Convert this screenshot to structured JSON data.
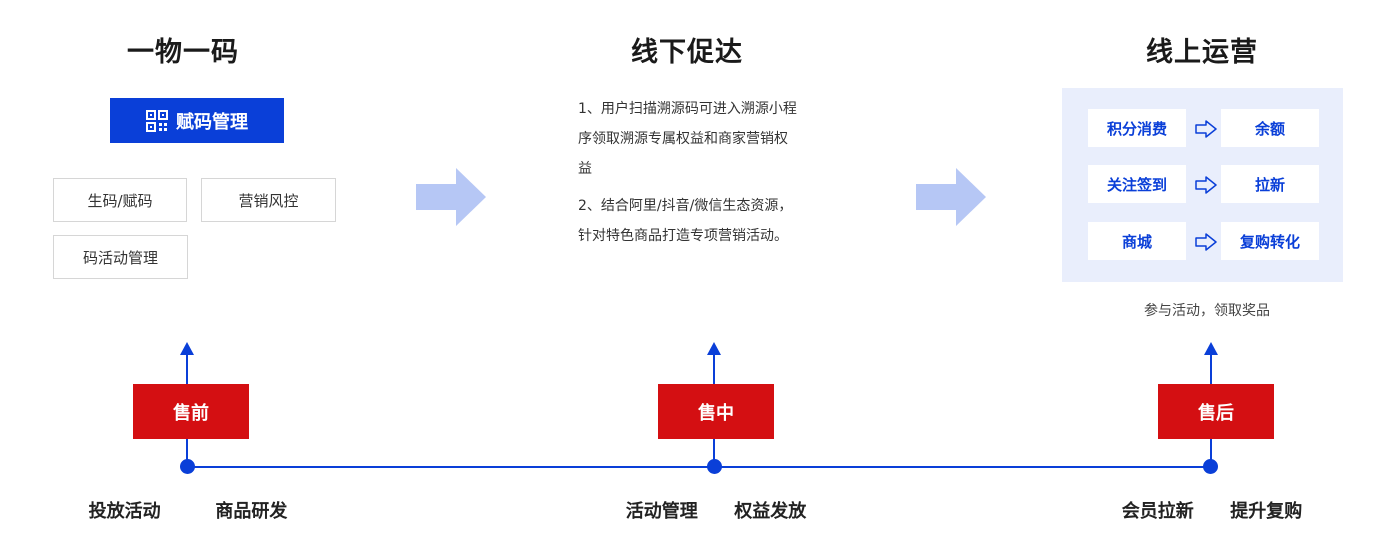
{
  "columns": [
    {
      "title": "一物一码",
      "button_label": "赋码管理",
      "button_icon": "qr-code-icon",
      "features": [
        "生码/赋码",
        "营销风控",
        "码活动管理"
      ]
    },
    {
      "title": "线下促达",
      "paragraphs": [
        [
          "1、用户扫描溯源码可进入溯源小程",
          "序领取溯源专属权益和商家营销权",
          "益"
        ],
        [
          "2、结合阿里/抖音/微信生态资源，",
          "针对特色商品打造专项营销活动。"
        ]
      ]
    },
    {
      "title": "线上运营",
      "pairs": [
        {
          "from": "积分消费",
          "to": "余额"
        },
        {
          "from": "关注签到",
          "to": "拉新"
        },
        {
          "from": "商城",
          "to": "复购转化"
        }
      ],
      "caption": "参与活动，领取奖品"
    }
  ],
  "stages": [
    "售前",
    "售中",
    "售后"
  ],
  "bottom_labels": [
    [
      "投放活动",
      "商品研发"
    ],
    [
      "活动管理",
      "权益发放"
    ],
    [
      "会员拉新",
      "提升复购"
    ]
  ],
  "colors": {
    "primary_blue": "#0a3fd8",
    "stage_red": "#d40f12",
    "panel_bg": "#e9eefc",
    "flow_arrow": "#b6c7f5"
  }
}
